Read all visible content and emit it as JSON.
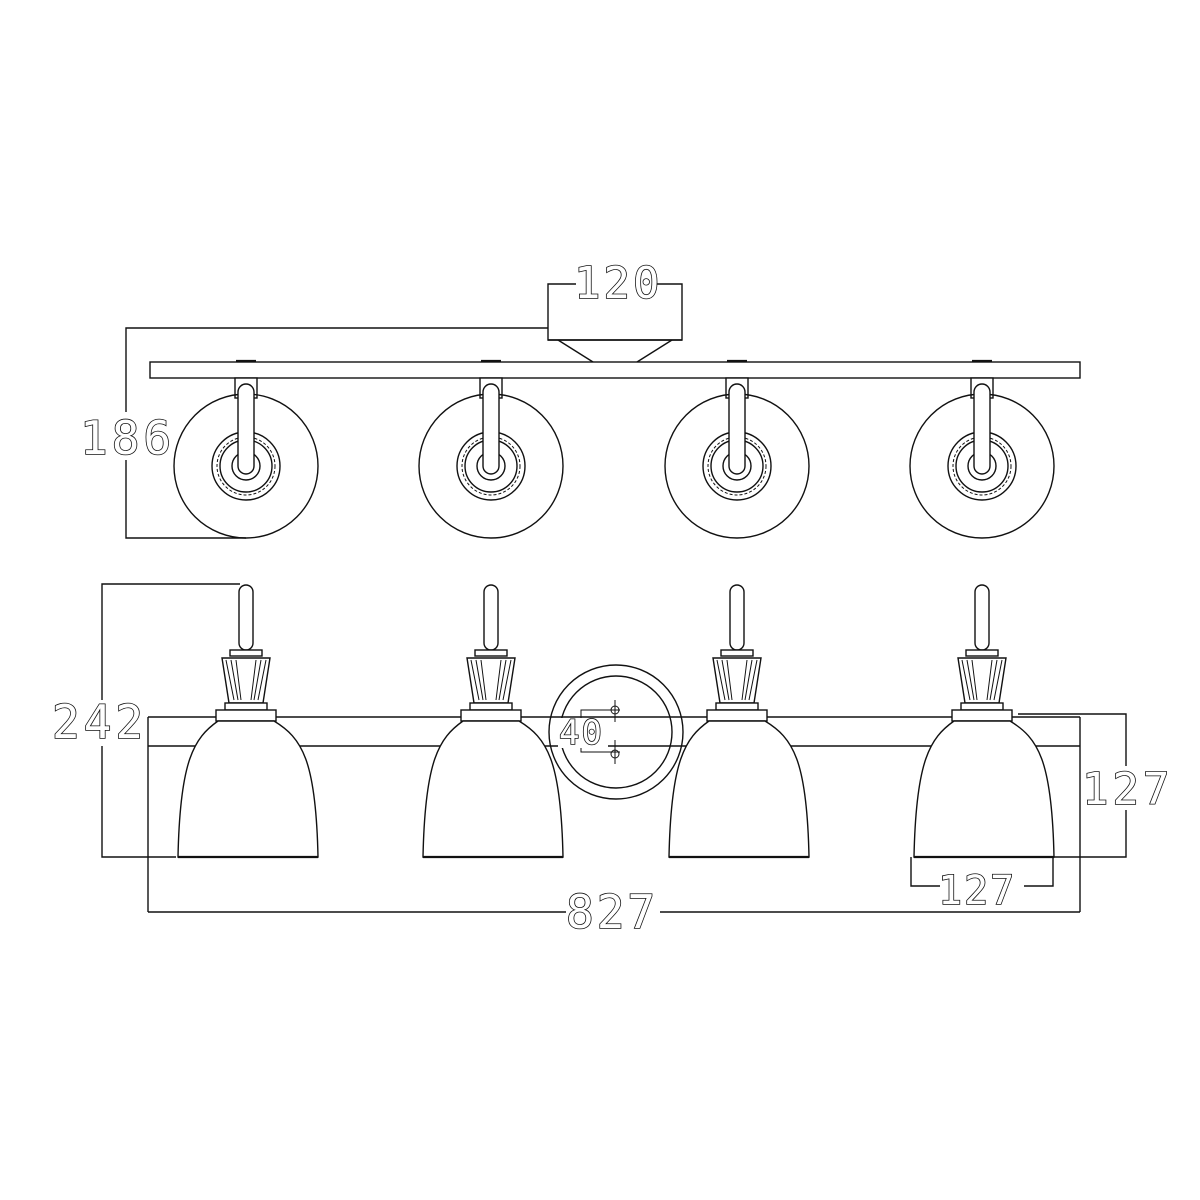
{
  "drawing": {
    "title": "4-light vanity fixture dimension drawing",
    "units": "mm",
    "line_color": "#111111",
    "background": "#ffffff"
  },
  "top_view": {
    "backplate_depth_label": "120",
    "overall_depth_label": "186",
    "shade_count": 4,
    "shade_centers_x": [
      246,
      491,
      737,
      982
    ]
  },
  "front_view": {
    "overall_height_label": "242",
    "backplate_height_label": "40",
    "shade_height_label": "127",
    "shade_width_label": "127",
    "overall_width_label": "827",
    "shade_count": 4,
    "shade_centers_x": [
      246,
      491,
      737,
      982
    ]
  }
}
